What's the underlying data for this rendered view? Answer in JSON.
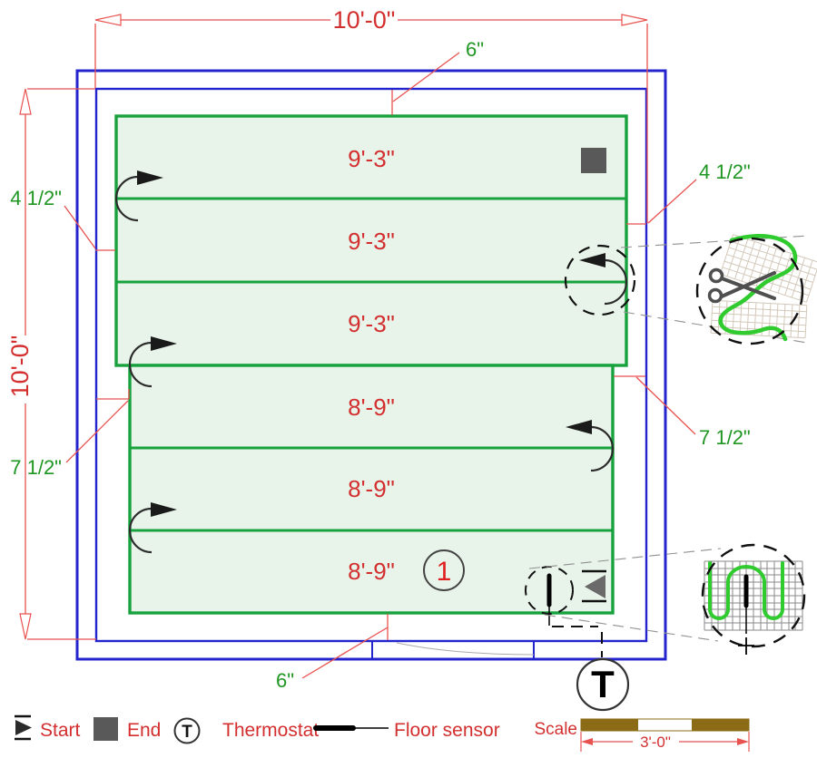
{
  "drawing": {
    "title_implicit": "Heating mat layout plan",
    "dimensions": {
      "room_width": "10'-0\"",
      "room_height": "10'-0\"",
      "top_gap": "6\"",
      "bottom_gap": "6\"",
      "left_top_gap": "4 1/2\"",
      "right_top_gap": "4 1/2\"",
      "left_bottom_gap": "7 1/2\"",
      "right_bottom_gap": "7 1/2\""
    },
    "mat_rows": [
      "9'-3\"",
      "9'-3\"",
      "9'-3\"",
      "8'-9\"",
      "8'-9\"",
      "8'-9\""
    ],
    "mat_number": "1",
    "thermostat_symbol": "T"
  },
  "legend": {
    "start": "Start",
    "end": "End",
    "thermostat": "Thermostat",
    "thermostat_symbol": "T",
    "floor_sensor": "Floor sensor"
  },
  "scale_bar": {
    "label": "Scale",
    "length": "3'-0\""
  },
  "colors": {
    "wall_blue": "#2424cf",
    "mat_border_green": "#17a23e",
    "mat_fill_green": "#e8f4ea",
    "dimension_red": "#d32f2f",
    "leader_red": "#e8524f",
    "label_green": "#1f9621",
    "marker_gray": "#595959",
    "wire_green": "#2fcb2f",
    "scale_brown": "#8b6b16"
  }
}
